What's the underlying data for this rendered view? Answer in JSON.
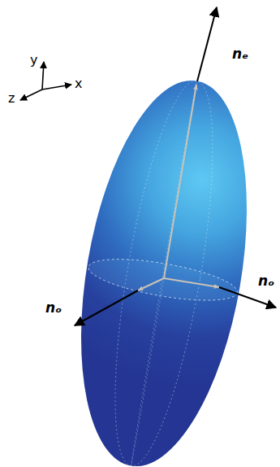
{
  "diagram": {
    "labels": [
      "y",
      "x",
      "z",
      "nₑ",
      "nₒ",
      "nₒ"
    ]
  }
}
